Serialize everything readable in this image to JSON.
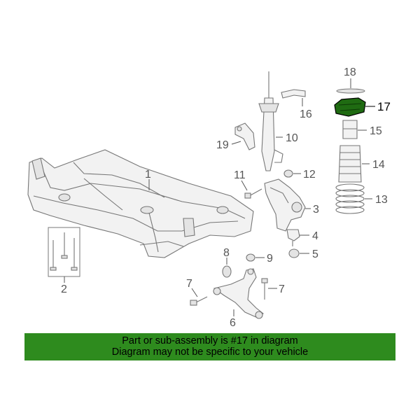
{
  "callouts": {
    "c1": "1",
    "c2": "2",
    "c3": "3",
    "c4": "4",
    "c5": "5",
    "c6": "6",
    "c7a": "7",
    "c7b": "7",
    "c8": "8",
    "c9": "9",
    "c10": "10",
    "c11": "11",
    "c12": "12",
    "c13": "13",
    "c14": "14",
    "c15": "15",
    "c16": "16",
    "c17": "17",
    "c18": "18",
    "c19": "19"
  },
  "highlight_part": "17",
  "colors": {
    "banner": "#2e8b1e",
    "highlight": "#1f6b12"
  },
  "banner": {
    "line1": "Part or sub-assembly is #17 in diagram",
    "line2": "Diagram may not be specific to your vehicle"
  }
}
